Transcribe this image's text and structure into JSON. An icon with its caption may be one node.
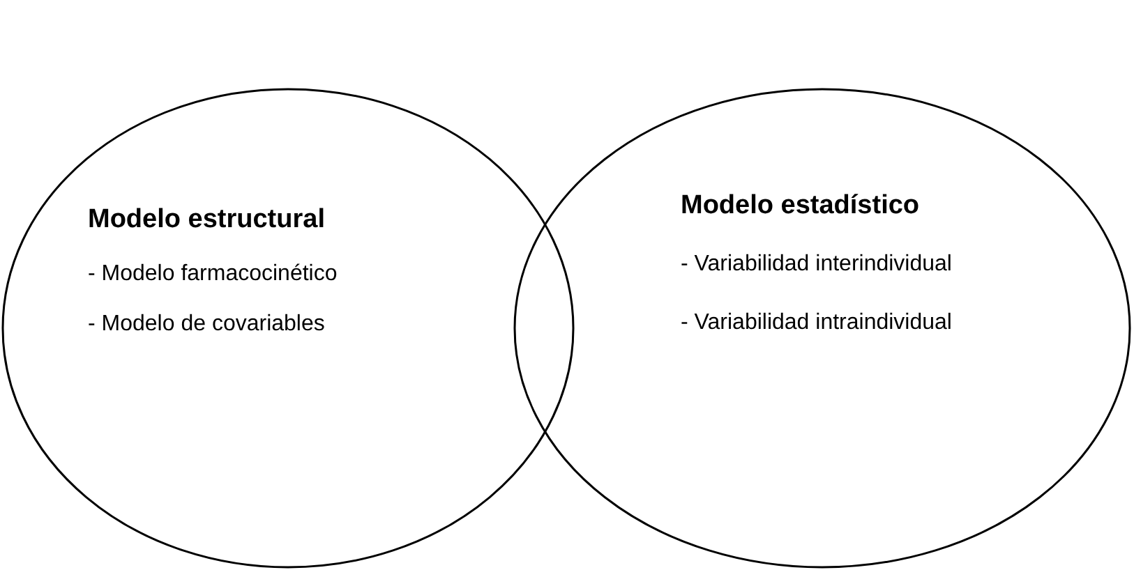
{
  "diagram": {
    "nodes": [
      {
        "text": [
          "Modelo estructural",
          "- Modelo farmacocinético",
          "- Modelo de covariables"
        ]
      },
      {
        "text": [
          "Modelo estadístico",
          "- Variabilidad interindividual",
          "- Variabilidad intraindividual"
        ]
      }
    ]
  }
}
